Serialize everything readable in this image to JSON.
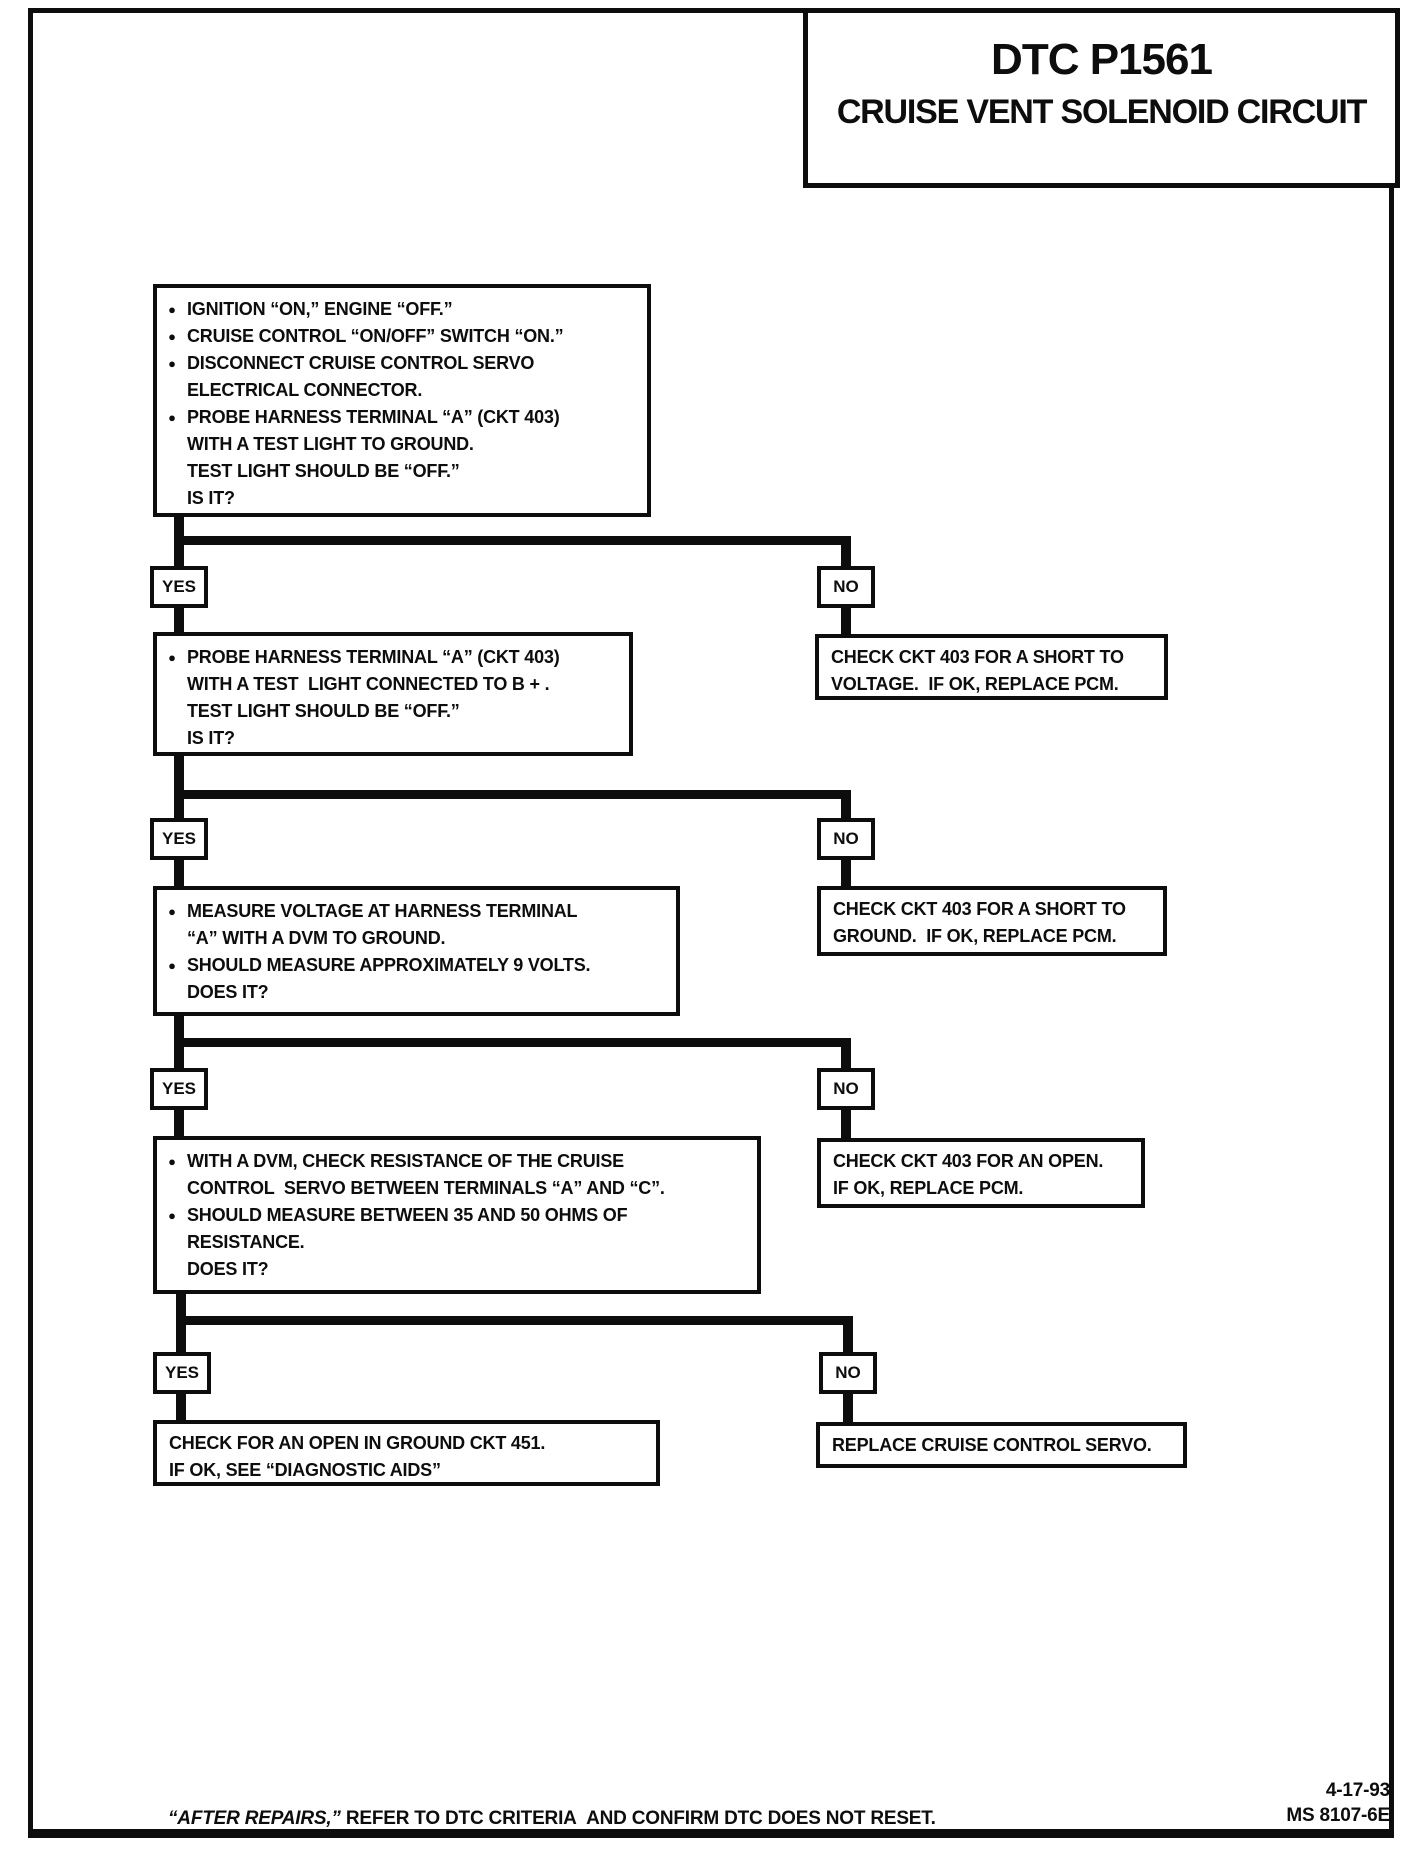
{
  "title": {
    "line1": "DTC P1561",
    "line2": "CRUISE VENT SOLENOID CIRCUIT"
  },
  "labels": {
    "yes": "YES",
    "no": "NO"
  },
  "steps": {
    "step1": {
      "lines": [
        {
          "bullet": true,
          "text": "IGNITION “ON,” ENGINE “OFF.”"
        },
        {
          "bullet": true,
          "text": "CRUISE CONTROL “ON/OFF” SWITCH “ON.”"
        },
        {
          "bullet": true,
          "text": "DISCONNECT CRUISE CONTROL SERVO"
        },
        {
          "bullet": false,
          "text": "ELECTRICAL CONNECTOR."
        },
        {
          "bullet": true,
          "text": "PROBE HARNESS TERMINAL “A” (CKT 403)"
        },
        {
          "bullet": false,
          "text": "WITH A TEST LIGHT TO GROUND."
        },
        {
          "bullet": false,
          "text": "TEST LIGHT SHOULD BE “OFF.”"
        },
        {
          "bullet": false,
          "text": "IS IT?"
        }
      ]
    },
    "step2": {
      "lines": [
        {
          "bullet": true,
          "text": "PROBE HARNESS TERMINAL “A” (CKT 403)"
        },
        {
          "bullet": false,
          "text": "WITH A TEST  LIGHT CONNECTED TO B + ."
        },
        {
          "bullet": false,
          "text": "TEST LIGHT SHOULD BE “OFF.”"
        },
        {
          "bullet": false,
          "text": "IS IT?"
        }
      ]
    },
    "step3": {
      "lines": [
        {
          "bullet": true,
          "text": "MEASURE VOLTAGE AT HARNESS TERMINAL"
        },
        {
          "bullet": false,
          "text": "“A” WITH A DVM TO GROUND."
        },
        {
          "bullet": true,
          "text": "SHOULD MEASURE APPROXIMATELY 9 VOLTS."
        },
        {
          "bullet": false,
          "text": "DOES IT?"
        }
      ]
    },
    "step4": {
      "lines": [
        {
          "bullet": true,
          "text": "WITH A DVM, CHECK RESISTANCE OF THE CRUISE"
        },
        {
          "bullet": false,
          "text": "CONTROL  SERVO BETWEEN TERMINALS “A” AND “C”."
        },
        {
          "bullet": true,
          "text": "SHOULD MEASURE BETWEEN 35 AND 50 OHMS OF"
        },
        {
          "bullet": false,
          "text": "RESISTANCE."
        },
        {
          "bullet": false,
          "text": "DOES IT?"
        }
      ]
    }
  },
  "results": {
    "no1": {
      "lines": [
        {
          "bullet": false,
          "text": "CHECK CKT 403 FOR A SHORT TO"
        },
        {
          "bullet": false,
          "text": "VOLTAGE.  IF OK, REPLACE PCM."
        }
      ]
    },
    "no2": {
      "lines": [
        {
          "bullet": false,
          "text": "CHECK CKT 403 FOR A SHORT TO"
        },
        {
          "bullet": false,
          "text": "GROUND.  IF OK, REPLACE PCM."
        }
      ]
    },
    "no3": {
      "lines": [
        {
          "bullet": false,
          "text": "CHECK CKT 403 FOR AN OPEN."
        },
        {
          "bullet": false,
          "text": "IF OK, REPLACE PCM."
        }
      ]
    },
    "yes4": {
      "lines": [
        {
          "bullet": false,
          "text": "CHECK FOR AN OPEN IN GROUND CKT 451."
        },
        {
          "bullet": false,
          "text": "IF OK, SEE “DIAGNOSTIC AIDS”"
        }
      ]
    },
    "no4": {
      "lines": [
        {
          "bullet": false,
          "text": "REPLACE CRUISE CONTROL SERVO."
        }
      ]
    }
  },
  "footer": {
    "note_italic": "“AFTER REPAIRS,”",
    "note_rest": " REFER TO DTC CRITERIA  AND CONFIRM DTC DOES NOT RESET.",
    "date": "4-17-93",
    "doc_id": "MS 8107-6E"
  },
  "colors": {
    "ink": "#0d0d0d",
    "paper": "#ffffff"
  }
}
